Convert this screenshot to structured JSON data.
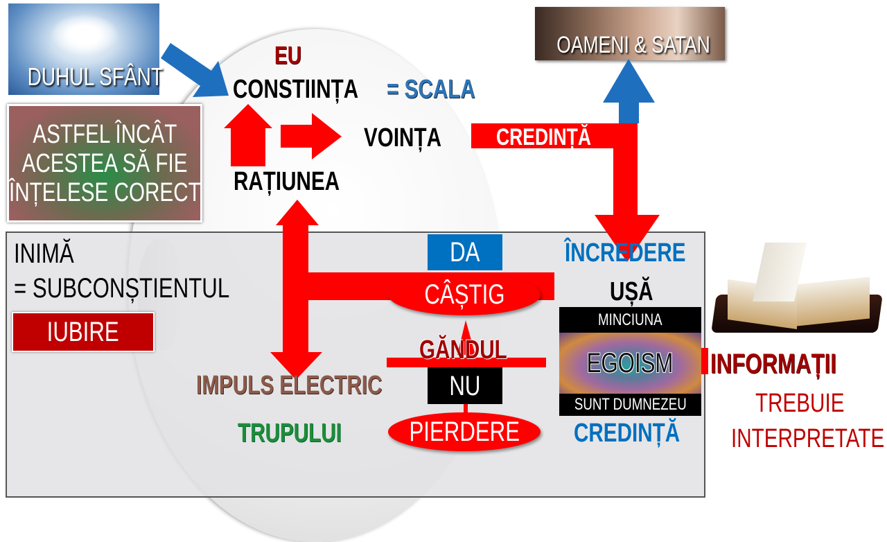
{
  "images": {
    "holy_spirit": {
      "label": "DUHUL SFÂNT"
    },
    "people_satan": {
      "label": "OAMENI & SATAN"
    }
  },
  "note_box": {
    "lines": [
      "ASTFEL ÎNCÂT",
      "ACESTEA SĂ FIE",
      "ÎNȚELESE CORECT"
    ]
  },
  "mind": {
    "eu": "EU",
    "conscience": "CONSTIINȚA",
    "scale": "= SCALA",
    "will": "VOINȚA",
    "reason": "RAȚIUNEA",
    "faith_arrow": "CREDINȚĂ"
  },
  "heart": {
    "title": "INIMĂ",
    "subtitle": "= SUBCONȘTIENTUL",
    "love": "IUBIRE",
    "impulse": "IMPULS ELECTRIC",
    "body": "TRUPULUI",
    "yes": "DA",
    "gain": "CÂȘTIG",
    "thought": "GĂNDUL",
    "no": "NU",
    "loss": "PIERDERE",
    "trust": "ÎNCREDERE",
    "door": "UȘĂ",
    "lie": "MINCIUNA",
    "egoism": "EGOISM",
    "i_am_god": "SUNT DUMNEZEU",
    "faith": "CREDINȚĂ"
  },
  "information": {
    "title": "INFORMAȚII",
    "line1": "TREBUIE",
    "line2": "INTERPRETATE"
  },
  "colors": {
    "red": "#ff0000",
    "blue": "#0070c0",
    "dark_red": "#a00000",
    "green": "#1e8c3a",
    "brown": "#8b5a4a"
  }
}
